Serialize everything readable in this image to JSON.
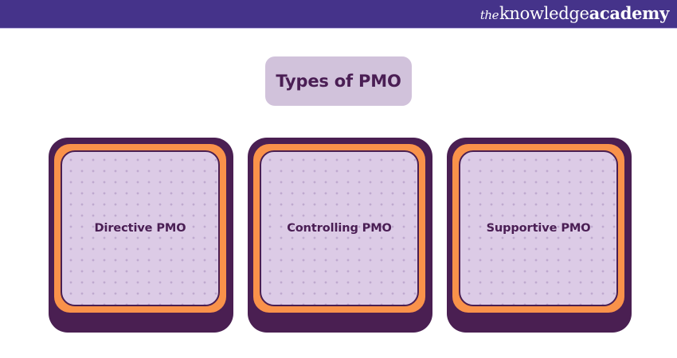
{
  "header": {
    "logo": {
      "prefix": "the",
      "middle": "knowledge",
      "suffix": "academy"
    },
    "background_color": "#45338A"
  },
  "title": {
    "text": "Types of PMO",
    "background_color": "#D1C2DB",
    "text_color": "#4A1E54"
  },
  "cards": [
    {
      "label": "Directive PMO"
    },
    {
      "label": "Controlling PMO"
    },
    {
      "label": "Supportive PMO"
    }
  ],
  "colors": {
    "card_outer": "#4A1F52",
    "card_accent": "#F9924A",
    "card_inner": "#DCCBE6"
  }
}
